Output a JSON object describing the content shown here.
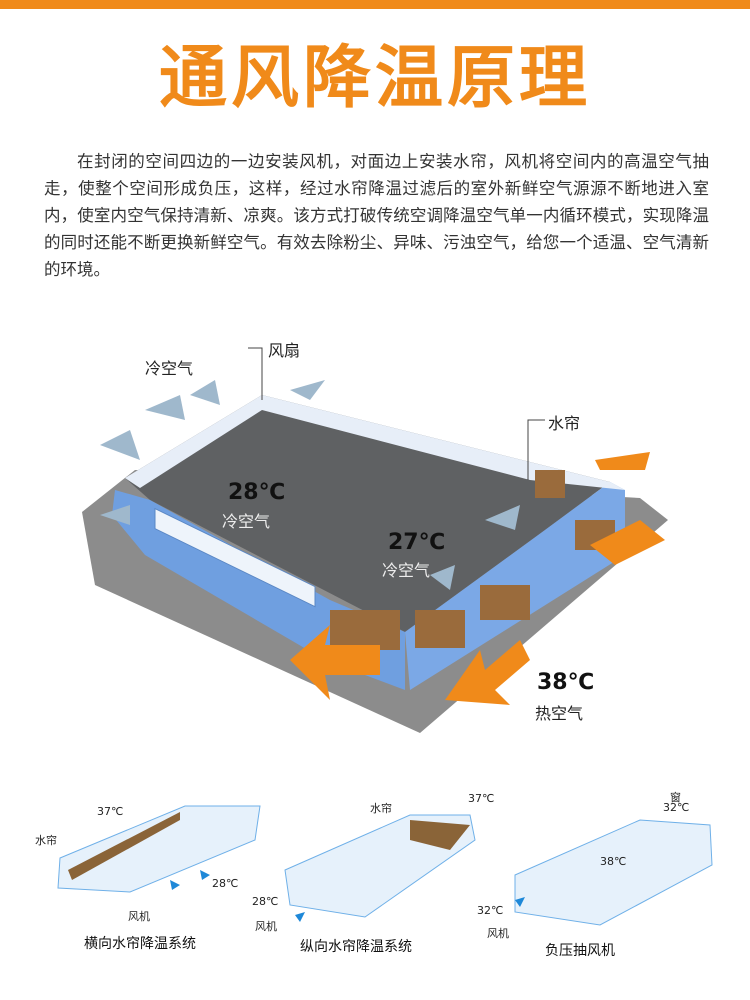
{
  "title": "通风降温原理",
  "description": "在封闭的空间四边的一边安装风机，对面边上安装水帘，风机将空间内的高温空气抽走，使整个空间形成负压，这样，经过水帘降温过滤后的室外新鲜空气源源不断地进入室内，使室内空气保持清新、凉爽。该方式打破传统空调降温空气单一内循环模式，实现降温的同时还能不断更换新鲜空气。有效去除粉尘、异味、污浊空气，给您一个适温、空气清新的环境。",
  "main_diagram": {
    "cold_air_outside": "冷空气",
    "fan": "风扇",
    "water_curtain": "水帘",
    "temp1": "28℃",
    "temp1_label": "冷空气",
    "temp2": "27℃",
    "temp2_label": "冷空气",
    "temp3": "38℃",
    "temp3_label": "热空气"
  },
  "systems": [
    {
      "caption": "横向水帘降温系统",
      "curtain": "水帘",
      "fan": "风机",
      "temp_in": "37℃",
      "temp_out": "28℃"
    },
    {
      "caption": "纵向水帘降温系统",
      "curtain": "水帘",
      "fan": "风机",
      "temp_in": "37℃",
      "temp_out": "28℃"
    },
    {
      "caption": "负压抽风机",
      "window": "窗",
      "fan": "风机",
      "temp_in": "32℃",
      "temp_mid": "38℃",
      "temp_out": "32℃"
    }
  ],
  "colors": {
    "accent": "#f08a1a",
    "wall": "#6f9fe0",
    "floor": "#5f6163",
    "ground": "#8c8c8c",
    "arrow_cold": "#9fb8cc"
  }
}
